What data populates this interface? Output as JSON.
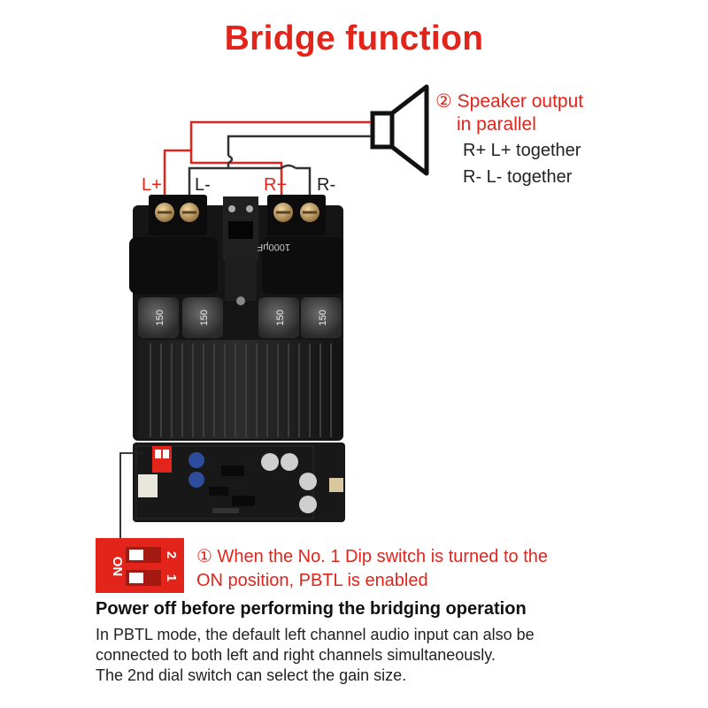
{
  "title": "Bridge function",
  "speaker_note": {
    "heading_line1": "② Speaker output",
    "heading_line2": "in parallel",
    "line1": "R+ L+ together",
    "line2": "R- L- together"
  },
  "terminals": {
    "l_plus": "L+",
    "l_minus": "L-",
    "r_plus": "R+",
    "r_minus": "R-"
  },
  "dip_note": {
    "line1": "① When the No. 1 Dip switch is turned to the",
    "line2": "ON position, PBTL is enabled"
  },
  "dip_labels": {
    "on": "ON",
    "one": "1",
    "two": "2"
  },
  "inductor_marking": "150",
  "capacitor_marking": "1000μF",
  "warning": "Power off before performing the bridging operation",
  "description": [
    "In PBTL mode, the default left channel audio input can also be",
    "connected to both left and right channels simultaneously.",
    "The 2nd dial switch can select the gain size."
  ],
  "colors": {
    "accent": "#e3241b",
    "wire_red": "#e3241b",
    "wire_dark": "#333333",
    "board": "#141414"
  }
}
